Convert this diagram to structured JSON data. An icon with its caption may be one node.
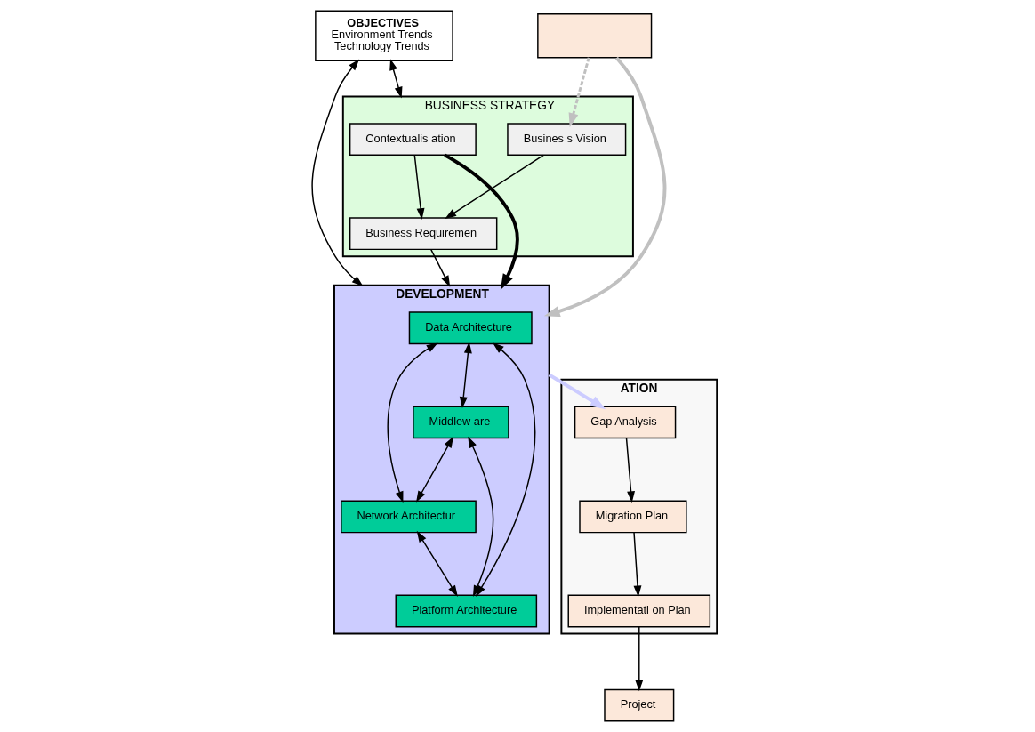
{
  "diagram": {
    "nodes": [
      {
        "text": [
          "OBJECTIVES",
          "Environment Trends",
          "Technology Trends"
        ]
      },
      {
        "text": [
          "BUSINESS STRATEGY"
        ]
      },
      {
        "text": [
          "Contextualis ation"
        ],
        "in": 1
      },
      {
        "text": [
          "Business Requiremen"
        ],
        "in": 1
      },
      {
        "text": [
          "Busines s Vision"
        ],
        "in": 1
      },
      {
        "text": [
          "DEVELOPMENT"
        ]
      },
      {
        "text": [
          "Data Architecture"
        ],
        "in": 5
      },
      {
        "text": [
          "Middlew are"
        ],
        "in": 5
      },
      {
        "text": [
          "Network Architectur"
        ],
        "in": 5
      },
      {
        "text": [
          "Platform Architecture"
        ],
        "in": 5
      },
      {
        "text": [
          "ATION"
        ]
      },
      {
        "text": [],
        "shape": "box"
      },
      {
        "text": [
          "Project"
        ]
      },
      {
        "text": [
          "Gap Analysis"
        ],
        "in": 10
      },
      {
        "text": [
          "Migration Plan"
        ],
        "in": 10
      },
      {
        "text": [
          "Implementati on Plan"
        ],
        "in": 10
      }
    ],
    "edges": [
      {
        "from": 0,
        "to": 1,
        "arrow": "both"
      },
      {
        "from": 0,
        "to": 5,
        "arrow": "both"
      },
      {
        "from": 2,
        "to": 5,
        "arrow": "to",
        "style": "thick"
      },
      {
        "from": 2,
        "to": 3,
        "arrow": "to"
      },
      {
        "from": 4,
        "to": 3,
        "arrow": "to"
      },
      {
        "from": 3,
        "to": 5,
        "arrow": "to"
      },
      {
        "from": 6,
        "to": 7,
        "arrow": "both"
      },
      {
        "from": 6,
        "to": 8,
        "arrow": "both"
      },
      {
        "from": 6,
        "to": 9,
        "arrow": "both"
      },
      {
        "from": 7,
        "to": 8,
        "arrow": "both"
      },
      {
        "from": 7,
        "to": 9,
        "arrow": "both"
      },
      {
        "from": 8,
        "to": 9,
        "arrow": "both"
      },
      {
        "from": 11,
        "to": 5,
        "arrow": "to",
        "style": "thick",
        "color": "#c0c0c0"
      },
      {
        "from": 11,
        "to": 4,
        "arrow": "to",
        "style": "dashed",
        "color": "#c0c0c0"
      },
      {
        "from": 5,
        "to": 13,
        "arrow": "to",
        "style": "thick",
        "color": "#ccccff"
      },
      {
        "from": 13,
        "to": 14,
        "arrow": "to"
      },
      {
        "from": 14,
        "to": 15,
        "arrow": "to"
      },
      {
        "from": 15,
        "to": 12,
        "arrow": "to"
      }
    ]
  }
}
